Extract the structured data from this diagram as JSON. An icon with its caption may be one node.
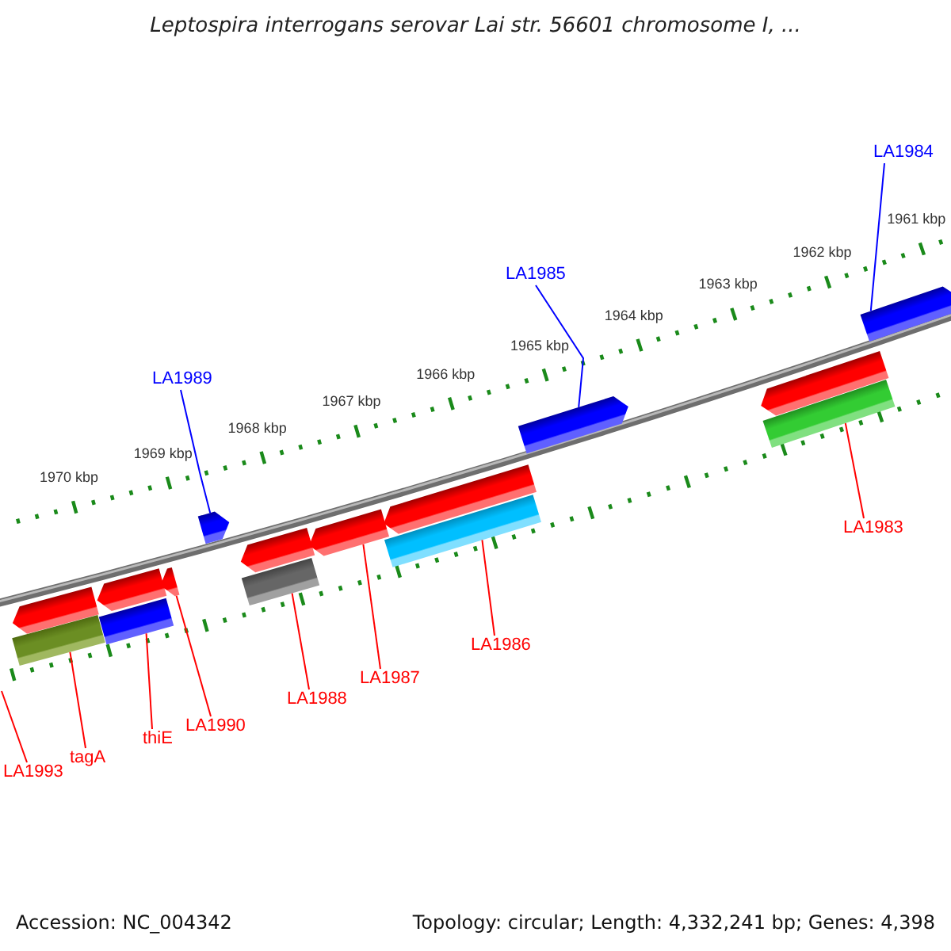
{
  "diagram": {
    "title": "Leptospira interrogans serovar Lai str. 56601 chromosome I, ...",
    "nodes": [
      {
        "text": [
          "LA1984"
        ]
      },
      {
        "text": [],
        "shape": "bar"
      },
      {
        "text": [
          "LA1985"
        ]
      },
      {
        "text": [],
        "shape": "bar"
      },
      {
        "text": [
          "LA1989"
        ]
      },
      {
        "text": [],
        "shape": "bar"
      },
      {
        "text": [],
        "shape": "bar"
      },
      {
        "text": [],
        "shape": "bar"
      },
      {
        "text": [],
        "shape": "bar"
      },
      {
        "text": [],
        "shape": "bar"
      },
      {
        "text": [],
        "shape": "bar"
      },
      {
        "text": [],
        "shape": "bar"
      },
      {
        "text": [],
        "shape": "bar"
      },
      {
        "text": [],
        "shape": "bar"
      },
      {
        "text": [],
        "shape": "bar"
      },
      {
        "text": [],
        "shape": "bar"
      },
      {
        "text": [],
        "shape": "bar"
      },
      {
        "text": [],
        "shape": "bar"
      },
      {
        "text": [
          "LA1983"
        ]
      },
      {
        "text": [
          "LA1986"
        ]
      },
      {
        "text": [
          "LA1987"
        ]
      },
      {
        "text": [
          "LA1988"
        ]
      },
      {
        "text": [
          "LA1990"
        ]
      },
      {
        "text": [
          "thiE"
        ]
      },
      {
        "text": [
          "tagA"
        ]
      },
      {
        "text": [
          "LA1993"
        ]
      }
    ],
    "edges": [
      {
        "from": 0,
        "to": 1,
        "arrow": "none",
        "color": "#0000ff"
      },
      {
        "from": 2,
        "to": 3,
        "arrow": "none",
        "color": "#0000ff"
      },
      {
        "from": 4,
        "to": 5,
        "arrow": "none",
        "color": "#0000ff"
      },
      {
        "from": 18,
        "to": 17,
        "arrow": "none"
      },
      {
        "from": 19,
        "to": 16,
        "arrow": "none"
      },
      {
        "from": 20,
        "to": 10,
        "arrow": "none"
      },
      {
        "from": 21,
        "to": 15,
        "arrow": "none"
      },
      {
        "from": 22,
        "to": 8,
        "arrow": "none"
      },
      {
        "from": 23,
        "to": 14,
        "arrow": "none"
      },
      {
        "from": 24,
        "to": 13,
        "arrow": "none"
      },
      {
        "from": 25,
        "to": null,
        "arrow": "none"
      }
    ],
    "labels": [
      "1970 kbp",
      "1969 kbp",
      "1968 kbp",
      "1967 kbp",
      "1966 kbp",
      "1965 kbp",
      "1964 kbp",
      "1963 kbp",
      "1962 kbp",
      "1961 kbp",
      "Accession: NC_004342",
      "Topology: circular; Length: 4,332,241 bp; Genes: 4,398"
    ]
  }
}
